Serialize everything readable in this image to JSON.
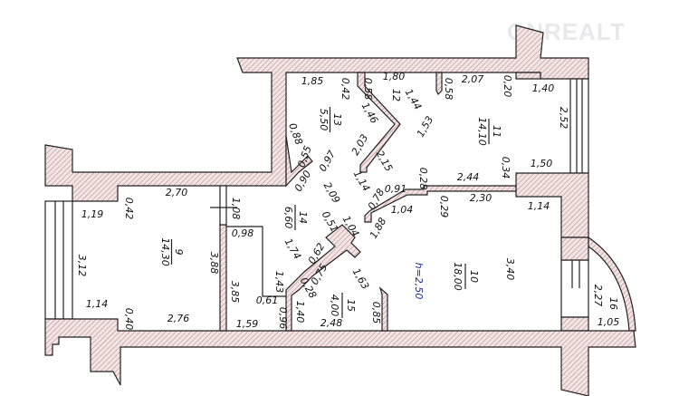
{
  "watermark": "ONREALT",
  "colors": {
    "wall_fill": "#f3e4e4",
    "hatch": "#b08080",
    "line": "#222222",
    "height_label": "#1c2a8c"
  },
  "rooms": [
    {
      "number": "9",
      "area": "14,30"
    },
    {
      "number": "10",
      "area": "18,00"
    },
    {
      "number": "11",
      "area": "14,10"
    },
    {
      "number": "12",
      "area": ""
    },
    {
      "number": "13",
      "area": "5,50"
    },
    {
      "number": "14",
      "area": "6,60"
    },
    {
      "number": "15",
      "area": "4,00"
    },
    {
      "number": "16",
      "area": ""
    }
  ],
  "ceiling_height": "h=2,50",
  "dimensions": [
    "1,85",
    "0,42",
    "0,88",
    "0,55",
    "0,97",
    "0,90",
    "2,03",
    "2,15",
    "1,46",
    "0,58",
    "1,80",
    "1,44",
    "0,58",
    "2,07",
    "0,20",
    "1,40",
    "2,52",
    "1,53",
    "1,50",
    "0,34",
    "2,44",
    "0,28",
    "0,91",
    "1,14",
    "0,78",
    "2,30",
    "1,04",
    "0,29",
    "1,14",
    "1,88",
    "1,04",
    "0,51",
    "2,09",
    "1,74",
    "0,62",
    "0,75",
    "0,28",
    "1,63",
    "2,48",
    "0,85",
    "3,40",
    "2,27",
    "1,05",
    "1,08",
    "0,98",
    "3,88",
    "3,85",
    "1,43",
    "0,61",
    "0,96",
    "1,40",
    "1,59",
    "2,70",
    "0,42",
    "1,19",
    "3,12",
    "1,14",
    "0,40",
    "2,76"
  ]
}
